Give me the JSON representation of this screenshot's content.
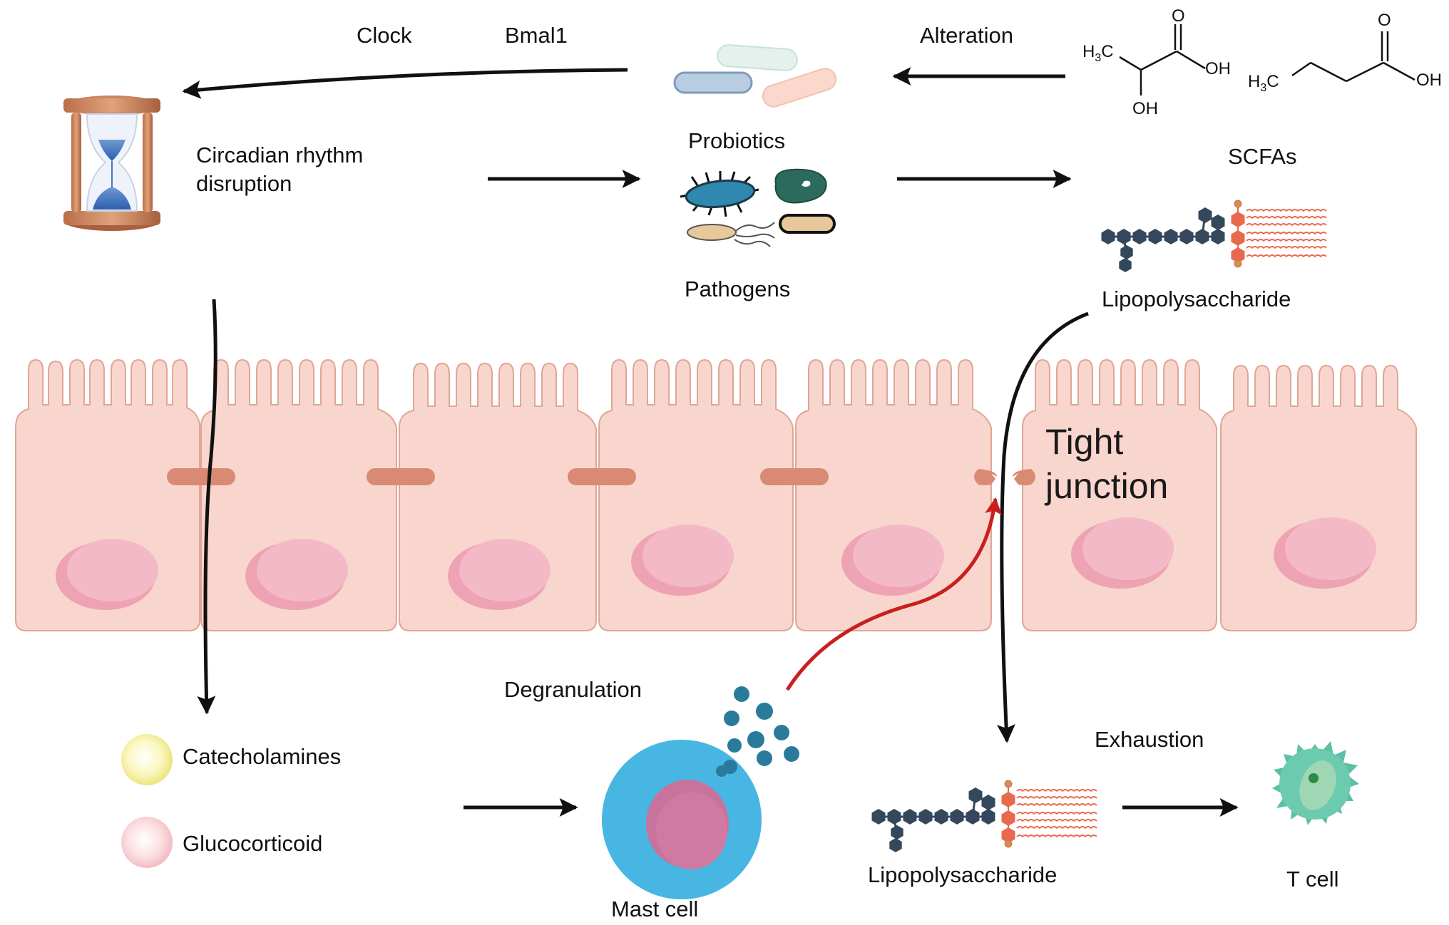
{
  "labels": {
    "clock": "Clock",
    "bmal1": "Bmal1",
    "alteration": "Alteration",
    "circadian_line1": "Circadian rhythm",
    "circadian_line2": "disruption",
    "probiotics": "Probiotics",
    "pathogens": "Pathogens",
    "scfas": "SCFAs",
    "lps_top": "Lipopolysaccharide",
    "tight_junction_line1": "Tight",
    "tight_junction_line2": "junction",
    "degranulation": "Degranulation",
    "catecholamines": "Catecholamines",
    "glucocorticoid": "Glucocorticoid",
    "mast_cell": "Mast cell",
    "lps_bottom": "Lipopolysaccharide",
    "exhaustion": "Exhaustion",
    "t_cell": "T cell"
  },
  "chem": {
    "h3c": "H3C",
    "oh": "OH",
    "o": "O",
    "h": "H",
    "c": "C",
    "three": "3"
  },
  "icons": {
    "hourglass": "hourglass-icon",
    "bacteria": "bacteria-icon",
    "lps": "lipopolysaccharide-molecule-icon",
    "mast_cell": "mast-cell-icon",
    "t_cell": "t-cell-icon"
  },
  "colors": {
    "cell_fill": "#f9d6cd",
    "cell_stroke": "#e0a596",
    "nucleus": "#f4b9c7",
    "junction": "#d88a74",
    "red_arrow": "#c8201f",
    "mast_cell_body": "#48b6e2",
    "mast_cell_nucleus": "#c8739c",
    "granule": "#2a7a9c",
    "t_cell": "#5cc0a4",
    "lps_hexagon": "#34485c",
    "lps_lipid": "#e86a4e"
  }
}
